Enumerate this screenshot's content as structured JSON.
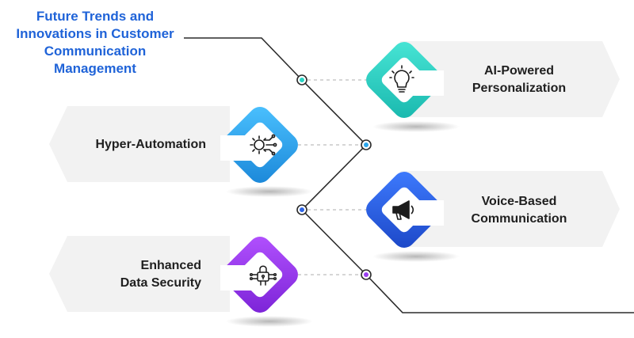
{
  "title": "Future Trends and Innovations in Customer Communication Management",
  "items": [
    {
      "label_line1": "AI-Powered",
      "label_line2": "Personalization",
      "icon": "lightbulb-icon",
      "color": "#29d3c4"
    },
    {
      "label_line1": "Hyper-Automation",
      "label_line2": "",
      "icon": "gear-circuit-icon",
      "color": "#2aa7ee"
    },
    {
      "label_line1": "Voice-Based",
      "label_line2": "Communication",
      "icon": "megaphone-icon",
      "color": "#2d64e6"
    },
    {
      "label_line1": "Enhanced",
      "label_line2": "Data Security",
      "icon": "padlock-circuit-icon",
      "color": "#9b3ef0"
    }
  ],
  "colors": {
    "title": "#1f63d8",
    "line": "#2b2b2b",
    "banner": "#f2f2f2"
  }
}
